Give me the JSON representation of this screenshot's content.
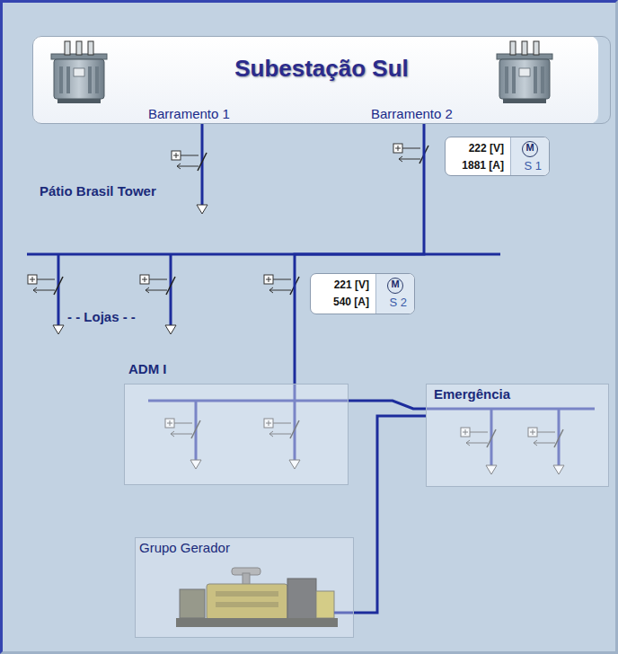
{
  "diagram": {
    "nodes": [
      {
        "text": [
          "Subestação Sul"
        ]
      },
      {
        "text": [
          "222 [V]",
          "1881 [A]",
          "M",
          "S 1"
        ]
      },
      {
        "text": [
          "221 [V]",
          "540 [A]",
          "M",
          "S 2"
        ]
      },
      {
        "text": [
          "ADM I"
        ]
      },
      {
        "text": [
          "Emergência"
        ]
      },
      {
        "text": [
          "Grupo Gerador"
        ]
      }
    ],
    "edges": [
      {
        "from": 0,
        "to": 3,
        "arrow": "none"
      },
      {
        "from": 3,
        "to": 4,
        "arrow": "none"
      },
      {
        "from": 5,
        "to": 4,
        "arrow": "none"
      }
    ],
    "labels": [
      "Barramento 1",
      "Barramento 2",
      "Pátio Brasil Tower",
      "- - Lojas - -"
    ]
  }
}
